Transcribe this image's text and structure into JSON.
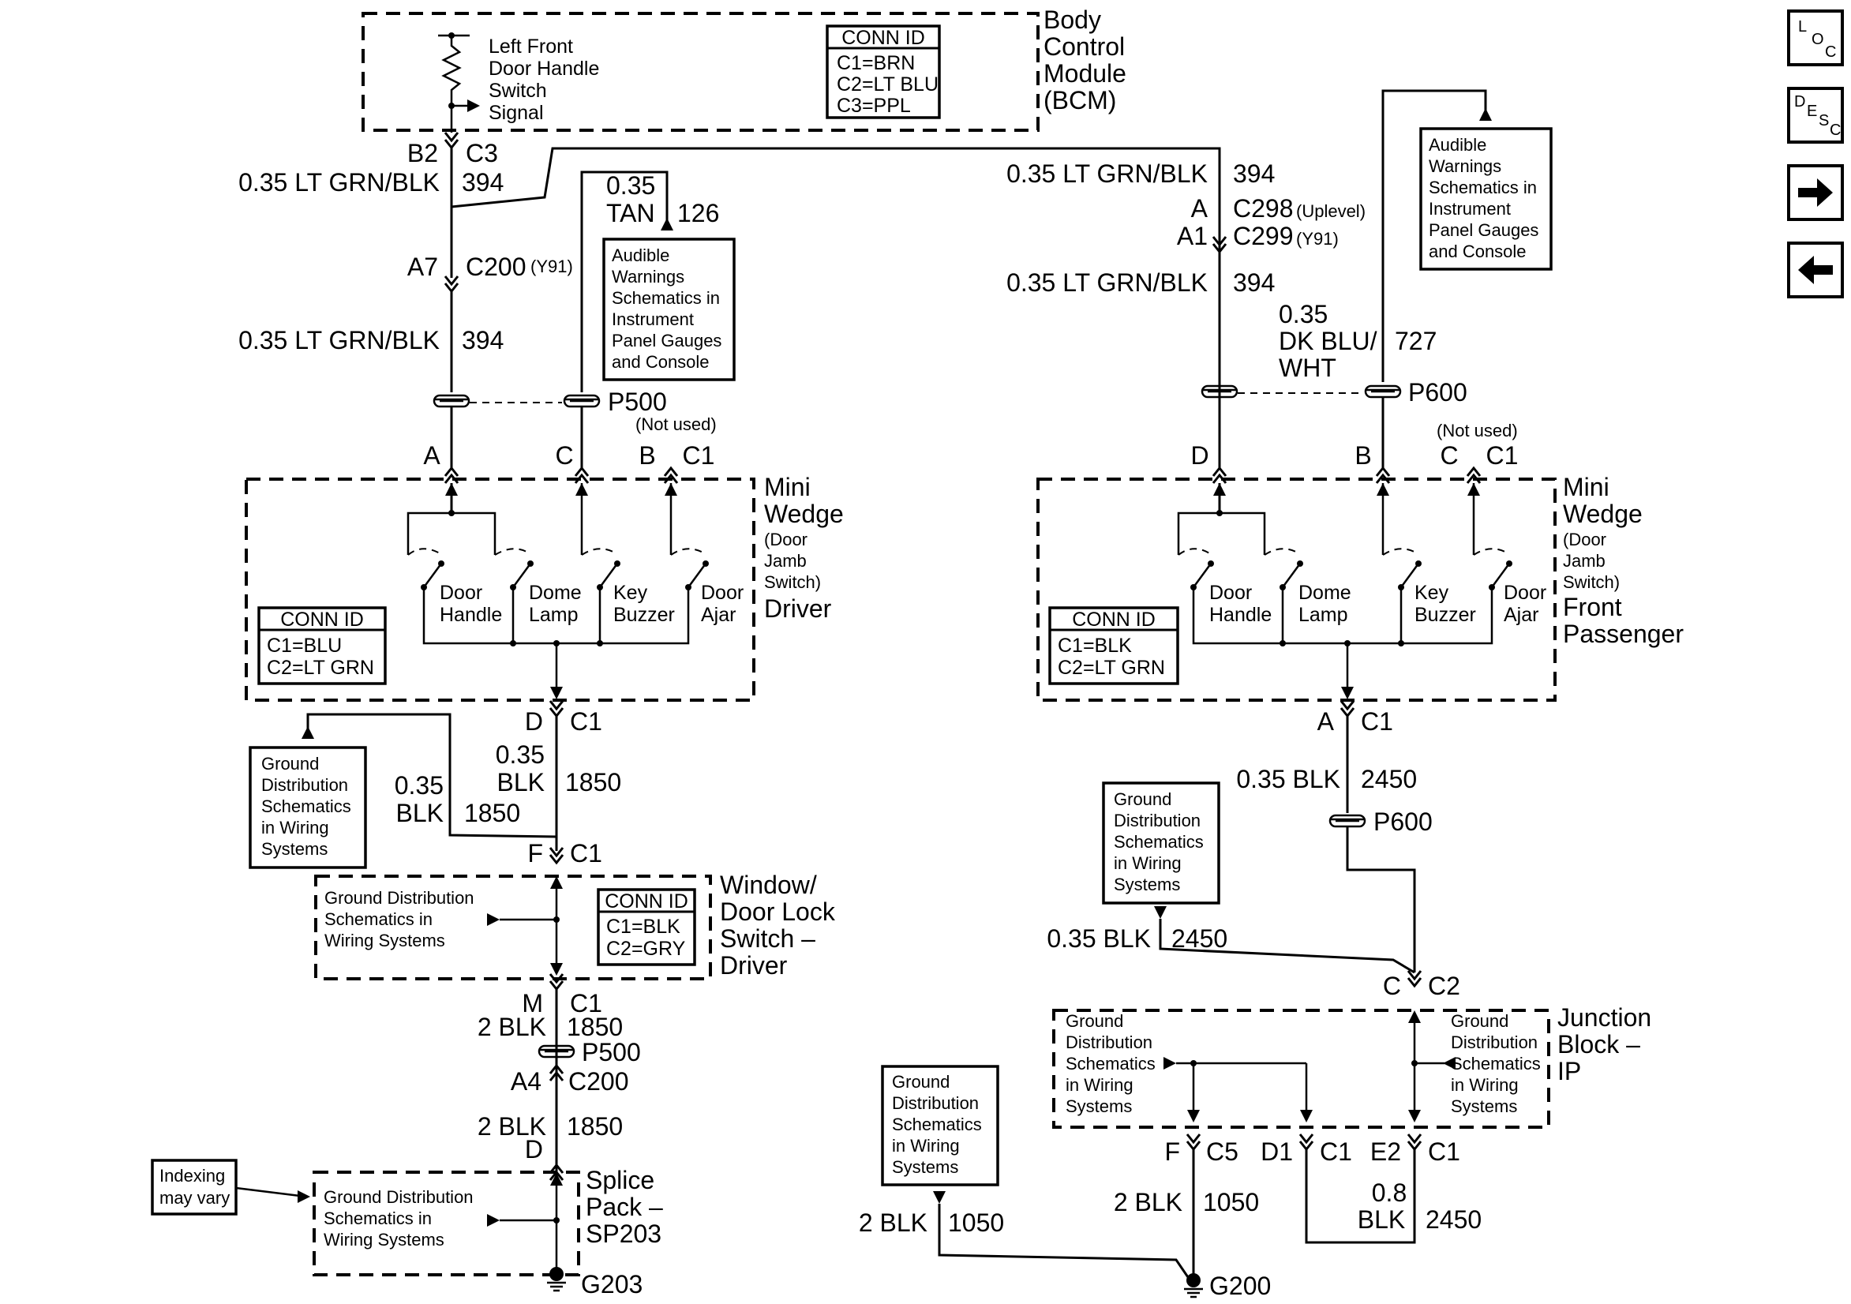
{
  "nav": {
    "loc": {
      "l1": "L",
      "l2": "O",
      "l3": "C"
    },
    "desc": {
      "l1": "D",
      "l2": "E",
      "l3": "S",
      "l4": "C"
    },
    "next_icon": "arrow-right-icon",
    "prev_icon": "arrow-left-icon"
  },
  "bcm": {
    "title_lines": [
      "Body",
      "Control",
      "Module",
      "(BCM)"
    ],
    "switch_lines": [
      "Left Front",
      "Door Handle",
      "Switch",
      "Signal"
    ],
    "conn_id": {
      "title": "CONN ID",
      "lines": [
        "C1=BRN",
        "C2=LT BLU",
        "C3=PPL"
      ]
    }
  },
  "left": {
    "bcm_pin": "B2",
    "bcm_conn": "C3",
    "wire1": "0.35 LT GRN/BLK",
    "circuit1": "394",
    "c200_pin": "A7",
    "c200_conn": "C200",
    "c200_opt": "(Y91)",
    "wire2": "0.35 LT GRN/BLK",
    "circuit2": "394",
    "tan_size": "0.35",
    "tan_color": "TAN",
    "tan_circuit": "126",
    "audible_lines": [
      "Audible",
      "Warnings",
      "Schematics in",
      "Instrument",
      "Panel Gauges",
      "and Console"
    ],
    "p500": "P500",
    "not_used": "(Not used)",
    "pin_a": "A",
    "pin_c": "C",
    "pin_b": "B",
    "conn_c1": "C1",
    "mini_title_lines": [
      "Mini",
      "Wedge"
    ],
    "mini_sub_lines": [
      "(Door",
      "Jamb",
      "Switch)"
    ],
    "mini_name": "Driver",
    "sw_door_handle": [
      "Door",
      "Handle"
    ],
    "sw_dome_lamp": [
      "Dome",
      "Lamp"
    ],
    "sw_key_buzzer": [
      "Key",
      "Buzzer"
    ],
    "sw_door_ajar": [
      "Door",
      "Ajar"
    ],
    "conn_id": {
      "title": "CONN ID",
      "lines": [
        "C1=BLU",
        "C2=LT GRN"
      ]
    },
    "d_pin": "D",
    "d_conn": "C1",
    "gd1_lines": [
      "Ground",
      "Distribution",
      "Schematics",
      "in Wiring",
      "Systems"
    ],
    "blk_a_size": "0.35",
    "blk_a_color": "BLK",
    "blk_a_circuit": "1850",
    "blk_b_size": "0.35",
    "blk_b_color": "BLK",
    "blk_b_circuit": "1850",
    "f_pin": "F",
    "f_conn": "C1",
    "window_title_lines": [
      "Window/",
      "Door Lock",
      "Switch –",
      "Driver"
    ],
    "window_gd_lines": [
      "Ground Distribution",
      "Schematics in",
      "Wiring Systems"
    ],
    "window_conn_id": {
      "title": "CONN ID",
      "lines": [
        "C1=BLK",
        "C2=GRY"
      ]
    },
    "m_pin": "M",
    "m_conn": "C1",
    "blk2_a": "2 BLK",
    "blk2_a_circuit": "1850",
    "p500b": "P500",
    "a4_pin": "A4",
    "a4_conn": "C200",
    "blk2_b": "2 BLK",
    "blk2_b_circuit": "1850",
    "d2_pin": "D",
    "indexing_lines": [
      "Indexing",
      "may vary"
    ],
    "splice_gd_lines": [
      "Ground Distribution",
      "Schematics in",
      "Wiring Systems"
    ],
    "splice_title_lines": [
      "Splice",
      "Pack –",
      "SP203"
    ],
    "g203": "G203"
  },
  "right": {
    "wire1": "0.35 LT GRN/BLK",
    "circuit1": "394",
    "c298_pin": "A",
    "c298": "C298",
    "c298_opt": "(Uplevel)",
    "c299_pin": "A1",
    "c299": "C299",
    "c299_opt": "(Y91)",
    "wire2": "0.35 LT GRN/BLK",
    "circuit2": "394",
    "dkblu_lines": [
      "0.35",
      "DK BLU/",
      "WHT"
    ],
    "dkblu_circuit": "727",
    "audible_lines": [
      "Audible",
      "Warnings",
      "Schematics in",
      "Instrument",
      "Panel Gauges",
      "and Console"
    ],
    "p600": "P600",
    "not_used": "(Not used)",
    "pin_d": "D",
    "pin_b": "B",
    "pin_c": "C",
    "conn_c1": "C1",
    "mini_title_lines": [
      "Mini",
      "Wedge"
    ],
    "mini_sub_lines": [
      "(Door",
      "Jamb",
      "Switch)"
    ],
    "mini_name_lines": [
      "Front",
      "Passenger"
    ],
    "sw_door_handle": [
      "Door",
      "Handle"
    ],
    "sw_dome_lamp": [
      "Dome",
      "Lamp"
    ],
    "sw_key_buzzer": [
      "Key",
      "Buzzer"
    ],
    "sw_door_ajar": [
      "Door",
      "Ajar"
    ],
    "conn_id": {
      "title": "CONN ID",
      "lines": [
        "C1=BLK",
        "C2=LT GRN"
      ]
    },
    "a_pin": "A",
    "a_conn": "C1",
    "blk_a": "0.35 BLK",
    "blk_a_circuit": "2450",
    "p600b": "P600",
    "gd1_lines": [
      "Ground",
      "Distribution",
      "Schematics",
      "in Wiring",
      "Systems"
    ],
    "blk_b": "0.35 BLK",
    "blk_b_circuit": "2450",
    "c_pin": "C",
    "c2_conn": "C2",
    "jb_title_lines": [
      "Junction",
      "Block –",
      "IP"
    ],
    "jb_gd_left": [
      "Ground",
      "Distribution",
      "Schematics",
      "in Wiring",
      "Systems"
    ],
    "jb_gd_right": [
      "Ground",
      "Distribution",
      "Schematics",
      "in Wiring",
      "Systems"
    ],
    "f_pin": "F",
    "c5": "C5",
    "d1_pin": "D1",
    "d1_conn": "C1",
    "e2_pin": "E2",
    "e2_conn": "C1",
    "blk2": "2 BLK",
    "blk2_circuit": "1050",
    "blk08_lines": [
      "0.8",
      "BLK"
    ],
    "blk08_circuit": "2450",
    "gd2_lines": [
      "Ground",
      "Distribution",
      "Schematics",
      "in Wiring",
      "Systems"
    ],
    "blk2b": "2 BLK",
    "blk2b_circuit": "1050",
    "g200": "G200"
  }
}
